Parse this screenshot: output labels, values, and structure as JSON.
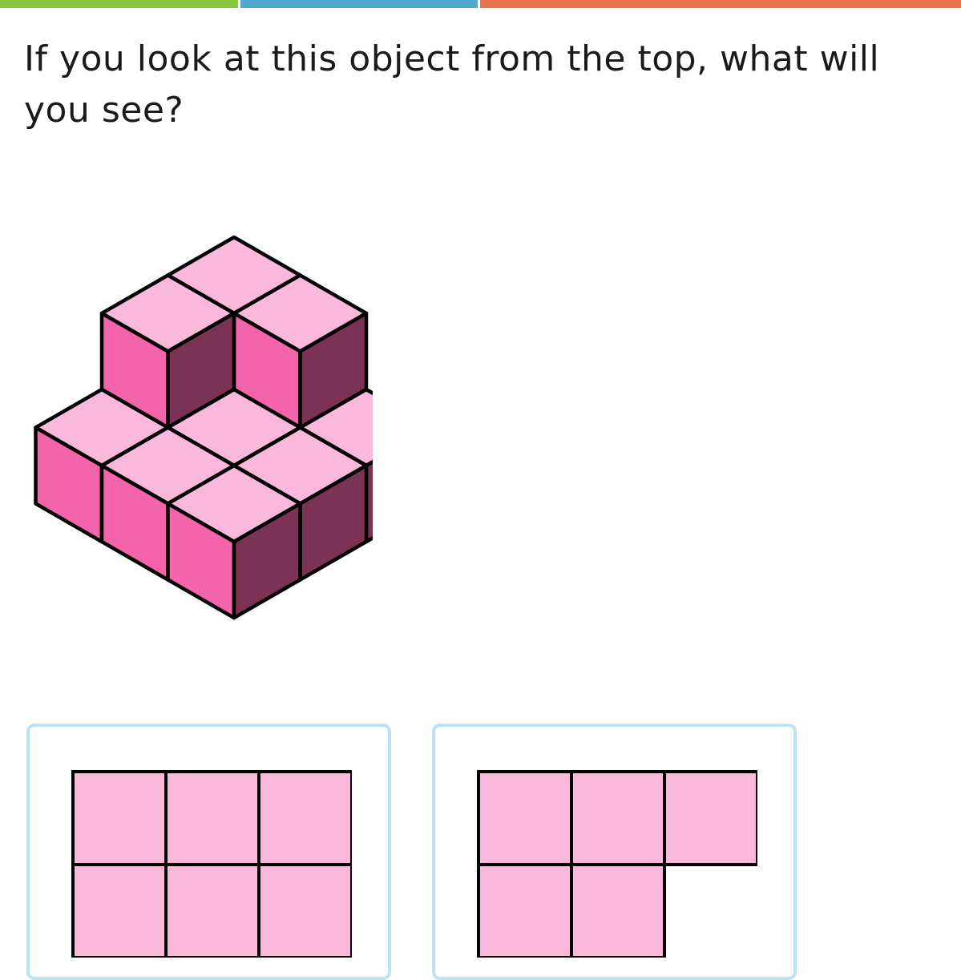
{
  "question": {
    "text": "If you look at this object from the top, what will you see?"
  },
  "colors": {
    "progress_green": "#8cc63f",
    "progress_blue": "#4ea8cf",
    "progress_orange": "#e8734a",
    "cube_top": "#f9b8dc",
    "cube_left": "#f464ab",
    "cube_right": "#7c3254",
    "outline": "#000000",
    "choice_border": "#b8e4f5"
  },
  "figure": {
    "icon": "isometric-cube-stack"
  },
  "choices": [
    {
      "id": "a",
      "icon": "top-view-grid",
      "cells": [
        [
          1,
          1,
          1
        ],
        [
          1,
          1,
          1
        ]
      ]
    },
    {
      "id": "b",
      "icon": "top-view-grid",
      "cells": [
        [
          1,
          1,
          1
        ],
        [
          1,
          1,
          0
        ]
      ]
    }
  ]
}
